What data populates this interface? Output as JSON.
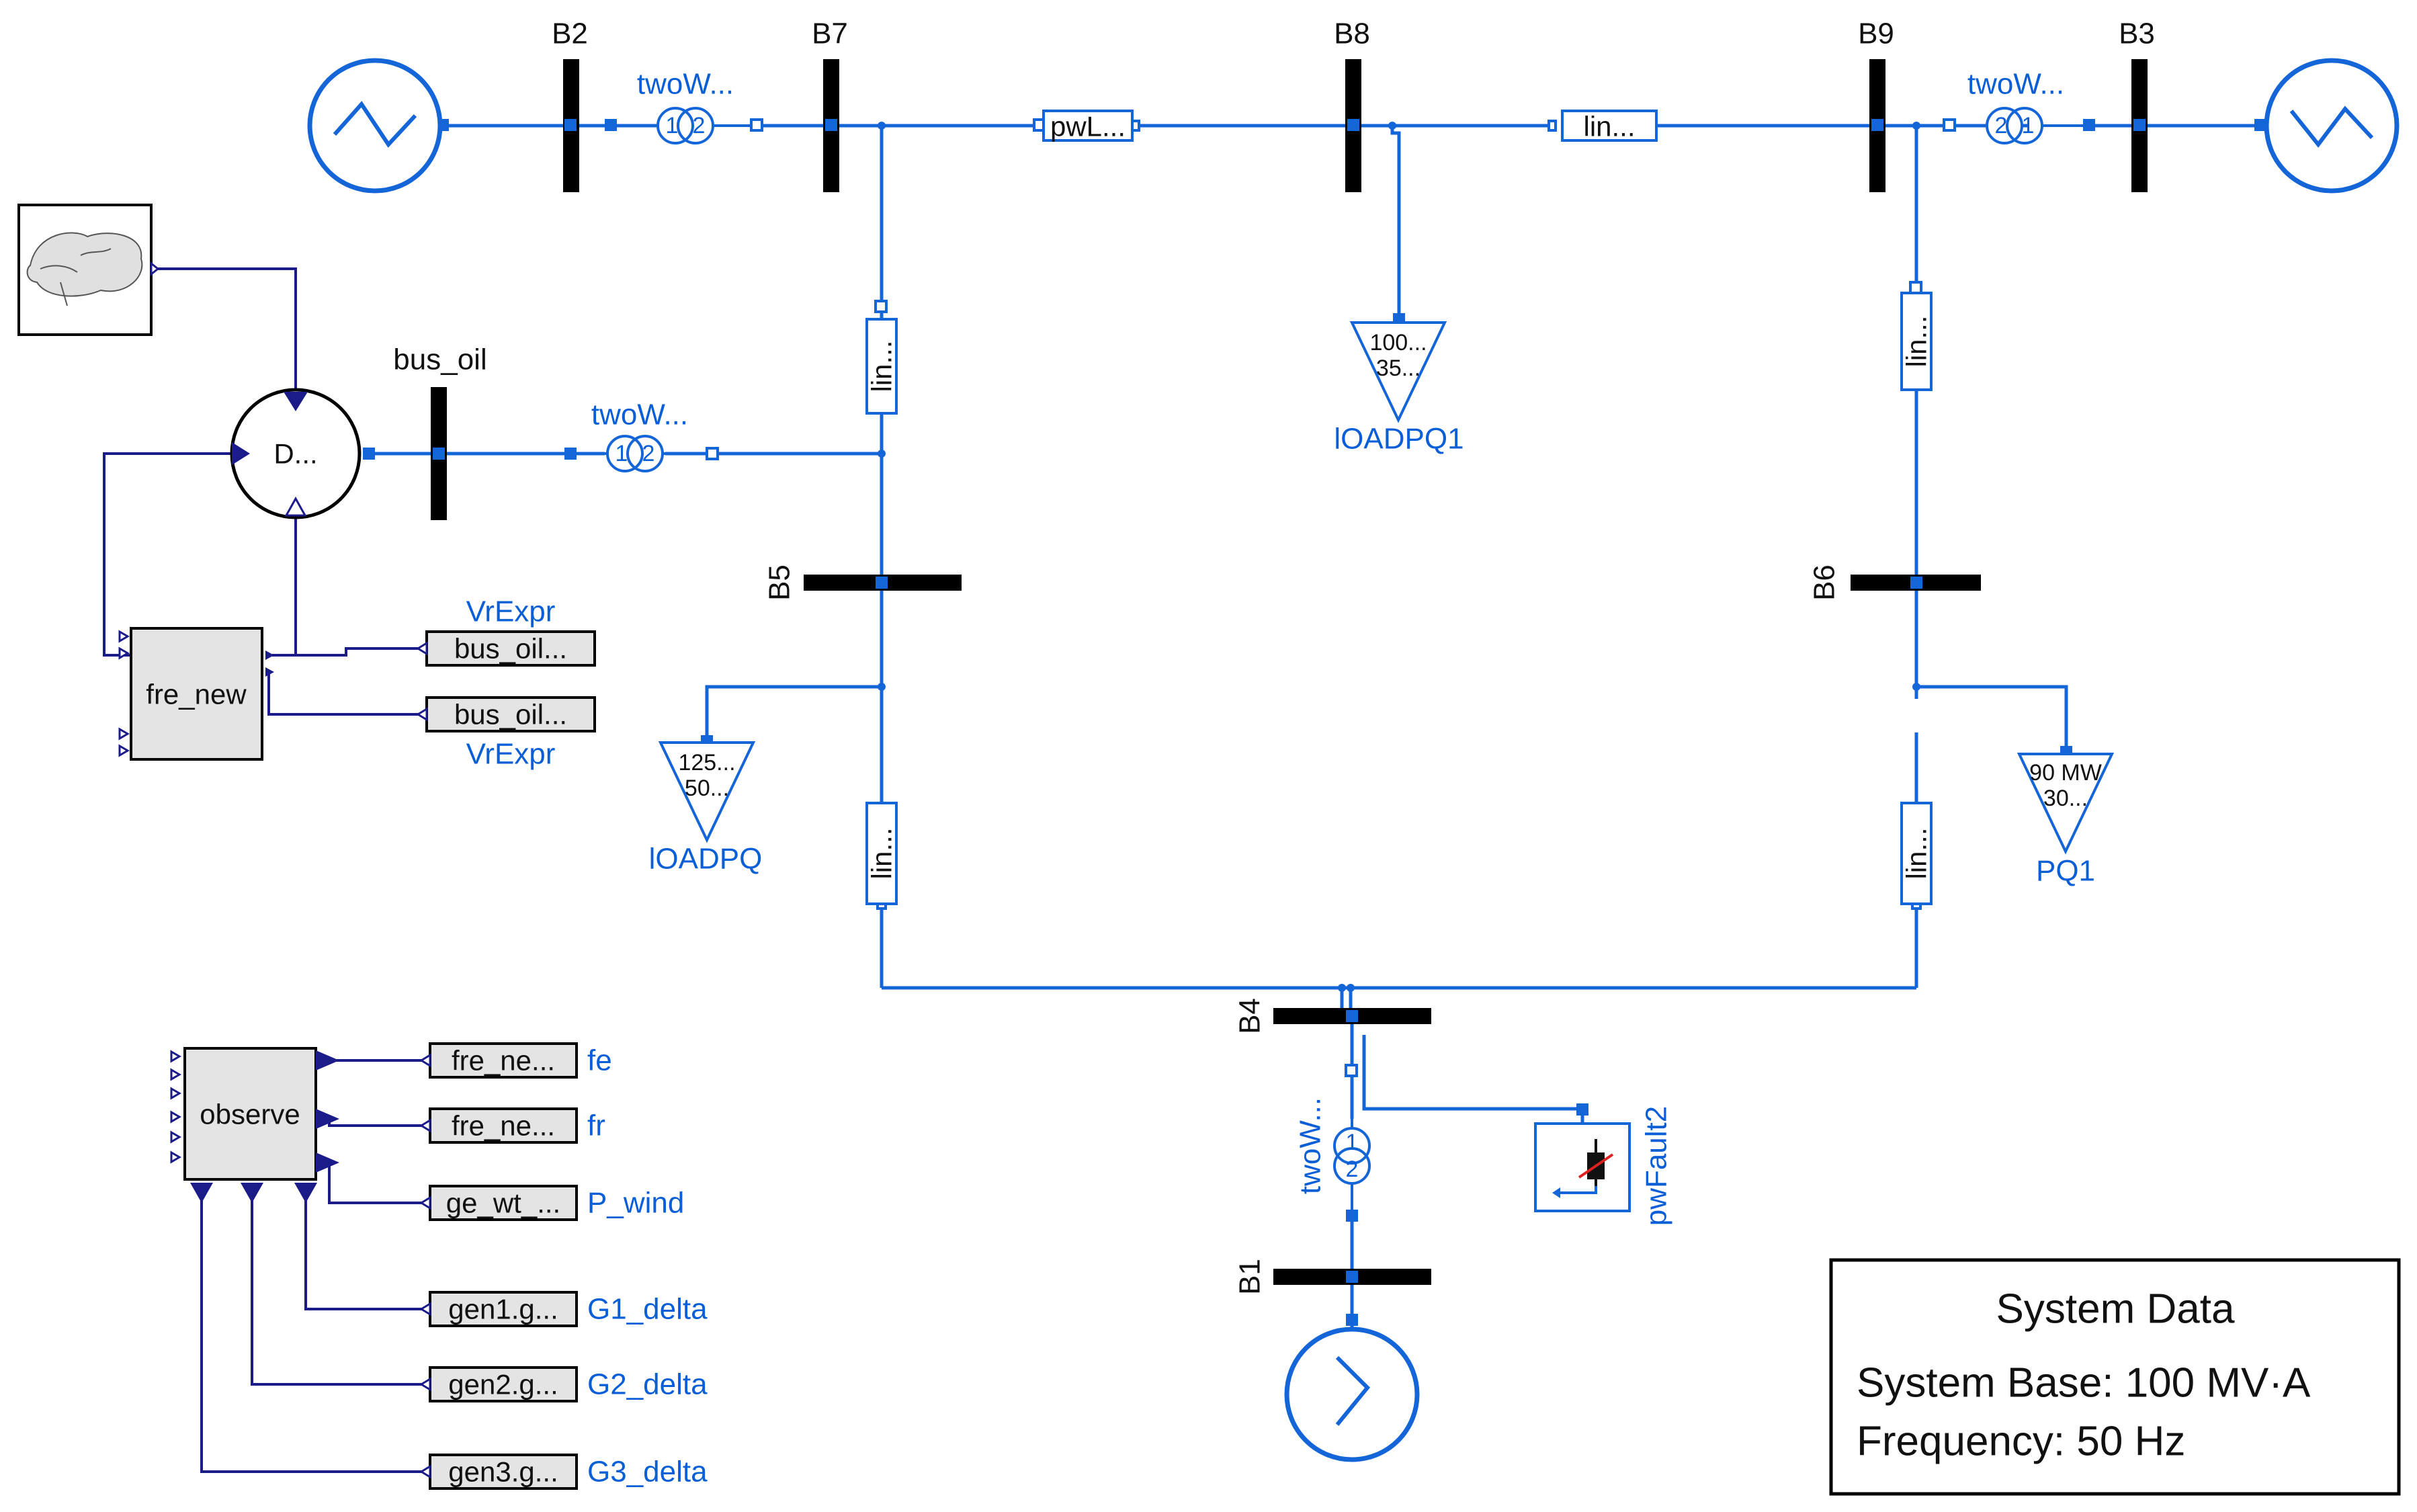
{
  "colors": {
    "power_line": "#1466d8",
    "signal_line": "#1b1b8a",
    "bus_bar": "#000000",
    "block_fill": "#e4e4e4",
    "label_blue": "#0a5fd6"
  },
  "buses": {
    "b2": "B2",
    "b7": "B7",
    "b8": "B8",
    "b9": "B9",
    "b3": "B3",
    "b5": "B5",
    "b6": "B6",
    "b4": "B4",
    "b1": "B1",
    "bus_oil": "bus_oil"
  },
  "components": {
    "tr_b2_b7": "twoW...",
    "tr_b9_b3": "twoW...",
    "tr_oil": "twoW...",
    "tr_b4_b1": "twoW...",
    "pwline_b7_b8": "pwL...",
    "line_b8_b9": "lin...",
    "line_b7_b5": "lin...",
    "line_b9_b6": "lin...",
    "line_b5_b4": "lin...",
    "line_b6_b4": "lin...",
    "diesel": "D...",
    "fault": "pwFault2"
  },
  "loads": {
    "load1": {
      "p": "100...",
      "q": "35...",
      "name": "lOADPQ1"
    },
    "load": {
      "p": "125...",
      "q": "50...",
      "name": "lOADPQ"
    },
    "pq1": {
      "p": "90 MW",
      "q": "30...",
      "name": "PQ1"
    }
  },
  "blocks": {
    "fre_new": "fre_new",
    "observe": "observe",
    "vr_in_1": {
      "box": "bus_oil...",
      "label": "VrExpr"
    },
    "vr_in_2": {
      "box": "bus_oil...",
      "label": "VrExpr"
    },
    "fe": {
      "box": "fre_ne...",
      "label": "fe"
    },
    "fr": {
      "box": "fre_ne...",
      "label": "fr"
    },
    "p_wind": {
      "box": "ge_wt_...",
      "label": "P_wind"
    },
    "g1": {
      "box": "gen1.g...",
      "label": "G1_delta"
    },
    "g2": {
      "box": "gen2.g...",
      "label": "G2_delta"
    },
    "g3": {
      "box": "gen3.g...",
      "label": "G3_delta"
    }
  },
  "system_data": {
    "title": "System Data",
    "base": "System Base: 100 MV·A",
    "frequency": "Frequency: 50 Hz"
  }
}
